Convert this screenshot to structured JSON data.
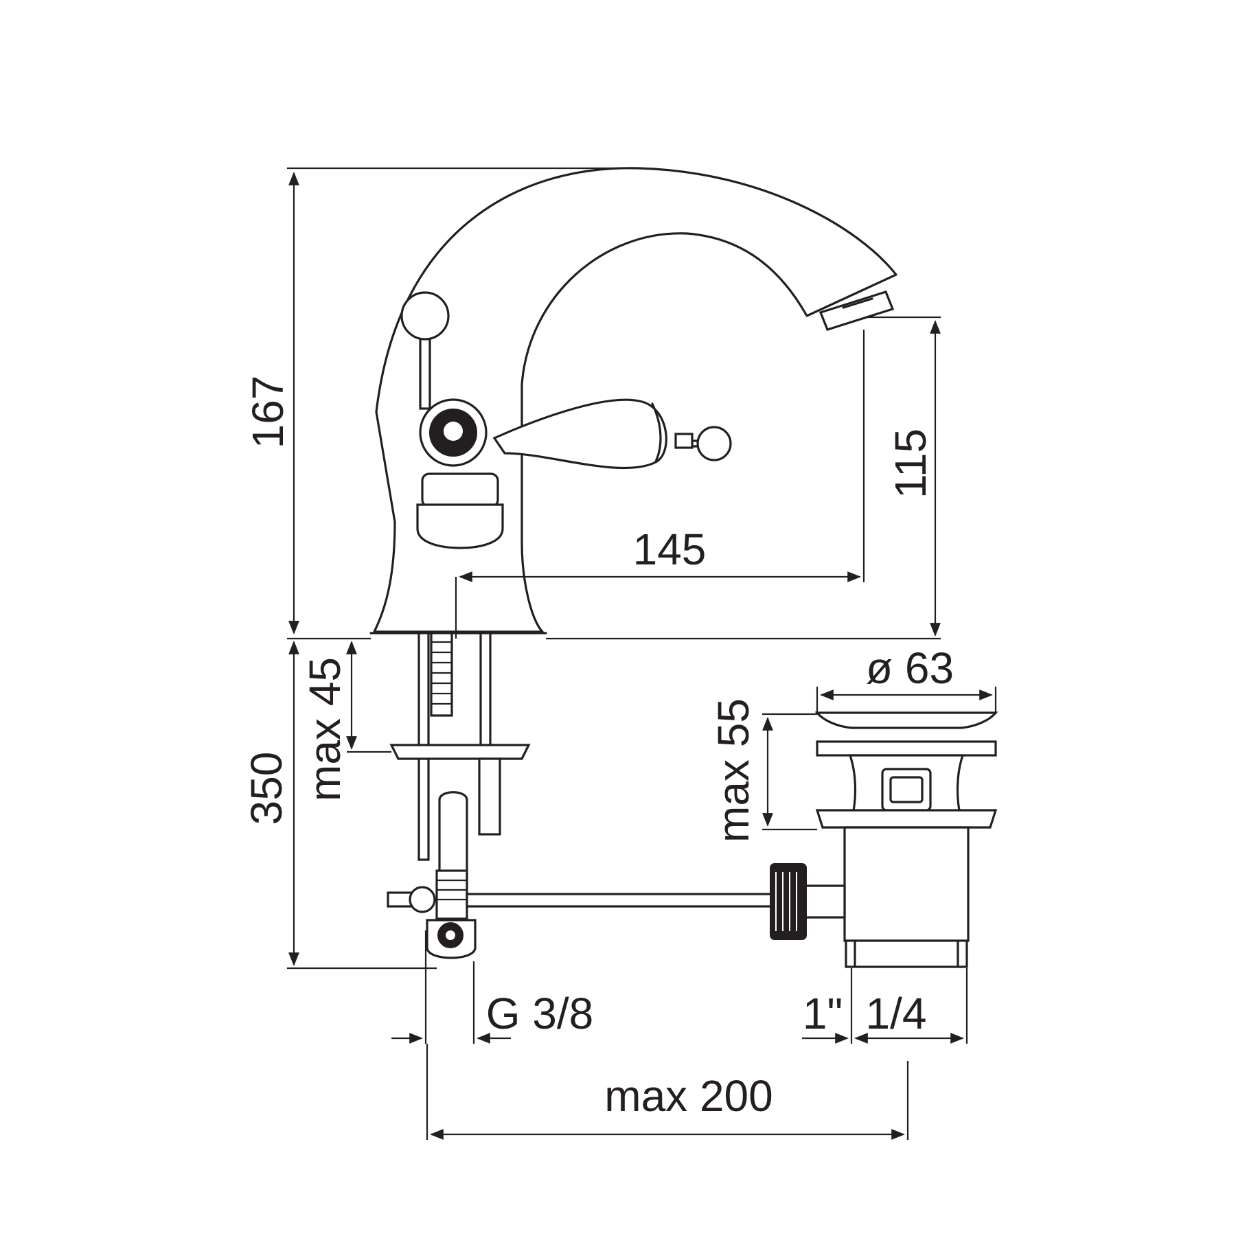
{
  "dimensions": {
    "height_total": "167",
    "spout_height": "115",
    "spout_reach": "145",
    "drain_diameter": "ø 63",
    "deck_thickness": "max 45",
    "drain_height": "max 55",
    "pull_rod_length": "350",
    "connection_thread": "G 3/8",
    "drain_thread_a": "1\"",
    "drain_thread_b": "1/4",
    "total_width": "max 200"
  },
  "colors": {
    "line": "#231f20",
    "background": "#ffffff"
  }
}
